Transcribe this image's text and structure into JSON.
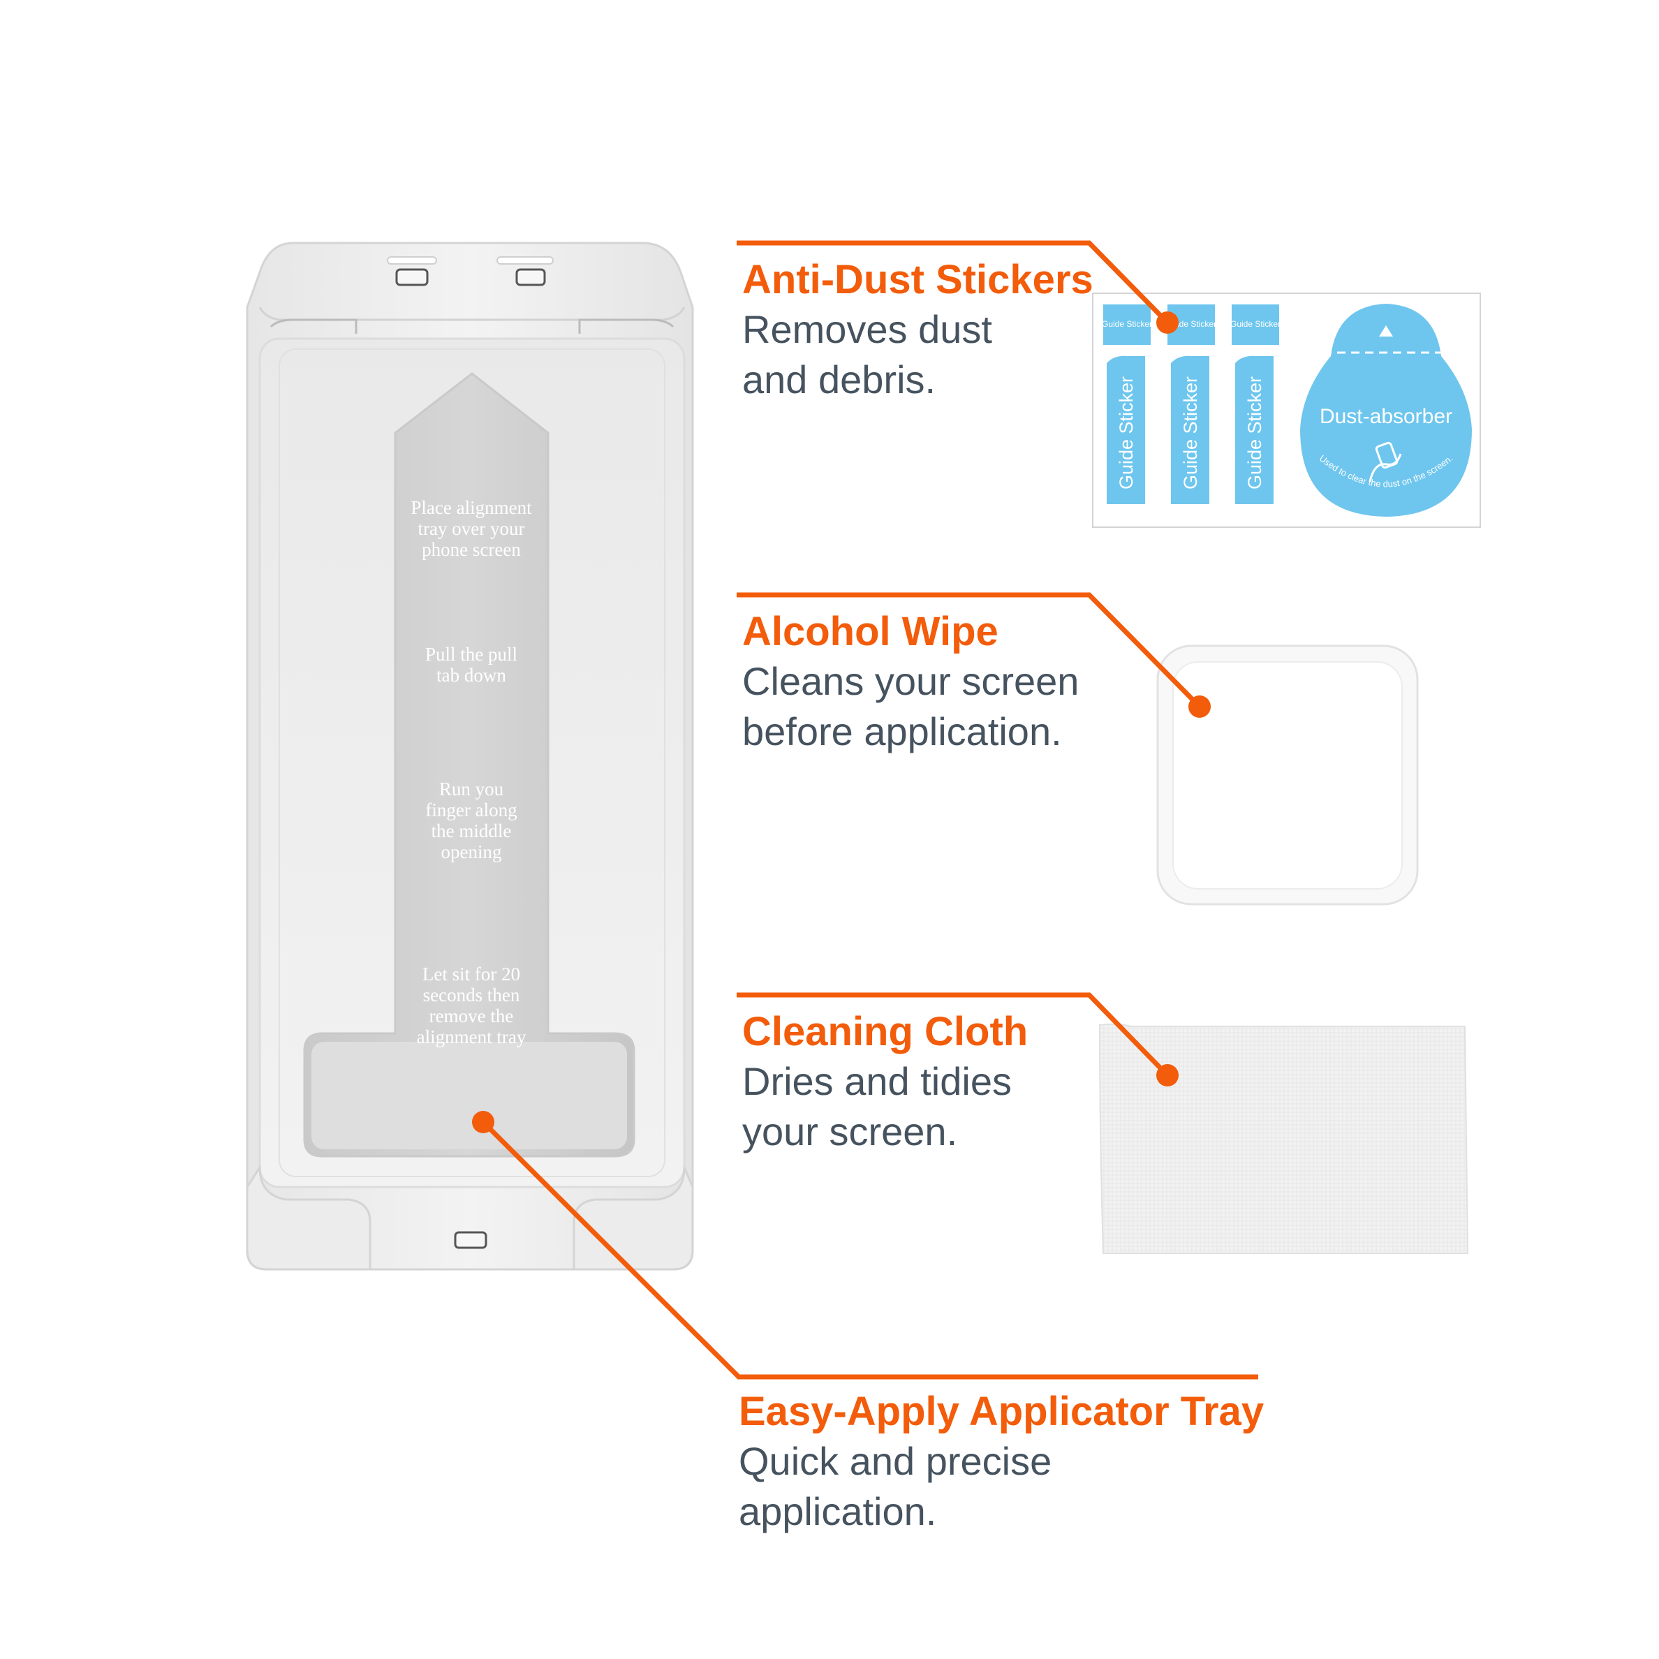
{
  "theme": {
    "accent": "#f25c0a",
    "text_gray": "#46535f",
    "sticker_blue": "#6ec6ee",
    "background": "#ffffff"
  },
  "callouts": [
    {
      "id": "anti-dust-stickers",
      "title": "Anti-Dust Stickers",
      "description_lines": [
        "Removes dust",
        "and debris."
      ]
    },
    {
      "id": "alcohol-wipe",
      "title": "Alcohol Wipe",
      "description_lines": [
        "Cleans your screen",
        "before application."
      ]
    },
    {
      "id": "cleaning-cloth",
      "title": "Cleaning Cloth",
      "description_lines": [
        "Dries and tidies",
        "your screen."
      ]
    },
    {
      "id": "applicator-tray",
      "title": "Easy-Apply Applicator Tray",
      "description_lines": [
        "Quick and precise",
        "application."
      ]
    }
  ],
  "tray_instructions": [
    "Place alignment\ntray over your\nphone screen",
    "Pull the pull\ntab down",
    "Run you\nfinger along\nthe middle\nopening",
    "Let sit for 20\nseconds then\nremove the\nalignment tray"
  ],
  "sticker_sheet": {
    "guide_sticker_label": "Guide Sticker",
    "dust_absorber_label": "Dust-absorber",
    "dust_absorber_caption": "Used to clear the dust on the screen."
  },
  "icons": {
    "triangle": "up-arrow-triangle-icon",
    "hand": "hand-wiping-phone-icon"
  }
}
